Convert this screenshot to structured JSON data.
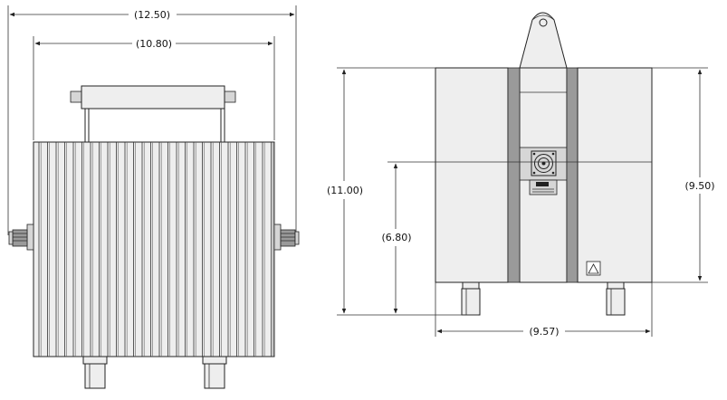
{
  "dimensions": {
    "front_overall_width": "(12.50)",
    "front_body_width": "(10.80)",
    "side_overall_height": "(11.00)",
    "side_port_height": "(6.80)",
    "side_body_height": "(9.50)",
    "side_width": "(9.57)"
  },
  "colors": {
    "line": "#222222",
    "body_fill": "#eeeeee",
    "shadow_fill": "#9a9a9a",
    "background": "#ffffff"
  },
  "icons": {
    "warning_label": "hot-surface-warning-icon",
    "connector": "n-type-connector-icon"
  }
}
